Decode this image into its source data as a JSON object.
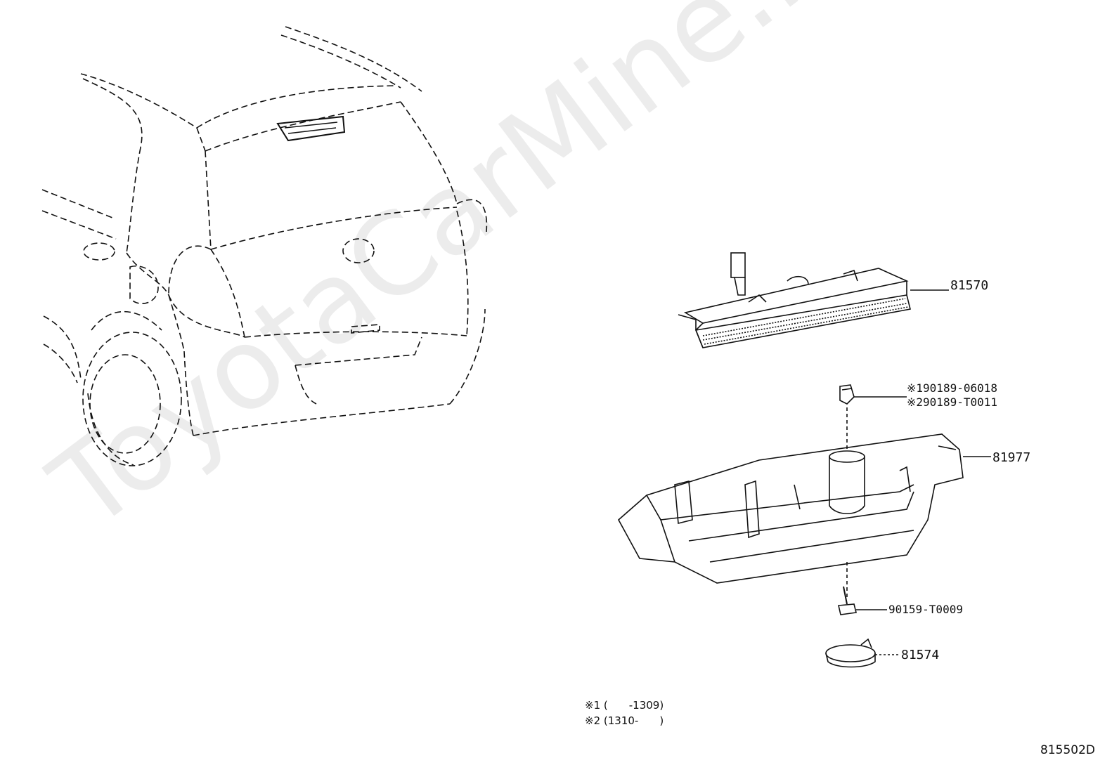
{
  "watermark": "ToyotaCarMine.ru",
  "parts": {
    "p81570": "81570",
    "p90189_06018": "※190189-06018",
    "p90189_T0011": "※290189-T0011",
    "p81977": "81977",
    "p90159": "90159-T0009",
    "p81574": "81574"
  },
  "notes": {
    "note1": "※1 (　　-1309)",
    "note2": "※2 (1310-　　)"
  },
  "diagram_code": "815502D"
}
